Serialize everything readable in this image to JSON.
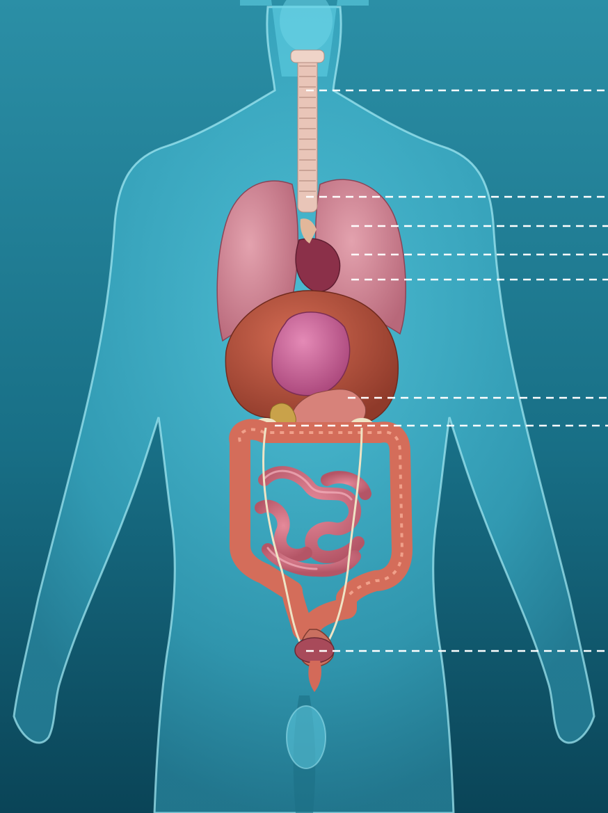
{
  "diagram": {
    "subject": "human-anatomy-internal-organs",
    "colors": {
      "background_top": "#2a8ea5",
      "background_bottom": "#0a4457",
      "body_fill": "#4fc3da",
      "body_edge": "#9eeaf5",
      "lung": "#c97c8c",
      "heart": "#8a3148",
      "liver": "#b5543f",
      "stomach": "#c75b8a",
      "intestine": "#d9705f",
      "colon": "#cf6a57",
      "trachea": "#e8c4b6",
      "bladder": "#a84a5a",
      "leader_line": "#ffffff"
    },
    "callouts": [
      {
        "id": "trachea",
        "labeled": false
      },
      {
        "id": "lungs-top",
        "labeled": false
      },
      {
        "id": "lung",
        "labeled": false
      },
      {
        "id": "heart",
        "labeled": false
      },
      {
        "id": "heart-lower",
        "labeled": false
      },
      {
        "id": "stomach",
        "labeled": false
      },
      {
        "id": "pancreas",
        "labeled": false
      },
      {
        "id": "bladder",
        "labeled": false
      }
    ]
  }
}
